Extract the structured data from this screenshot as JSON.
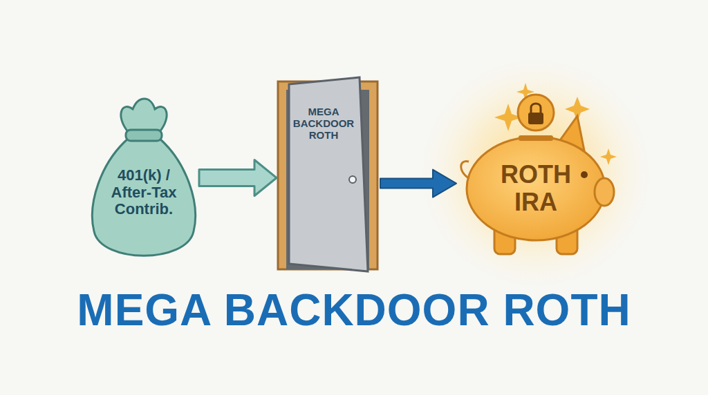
{
  "diagram": {
    "title": "MEGA BACKDOOR ROTH",
    "nodes": [
      {
        "text": [
          "401(k) / After-Tax Contrib."
        ]
      },
      {
        "text": [
          "MEGA BACKDOOR ROTH"
        ]
      },
      {
        "text": [
          "ROTH IRA"
        ]
      }
    ],
    "edges": [
      {
        "from": 0,
        "to": 1,
        "arrow": "to"
      },
      {
        "from": 1,
        "to": 2,
        "arrow": "to"
      }
    ]
  }
}
